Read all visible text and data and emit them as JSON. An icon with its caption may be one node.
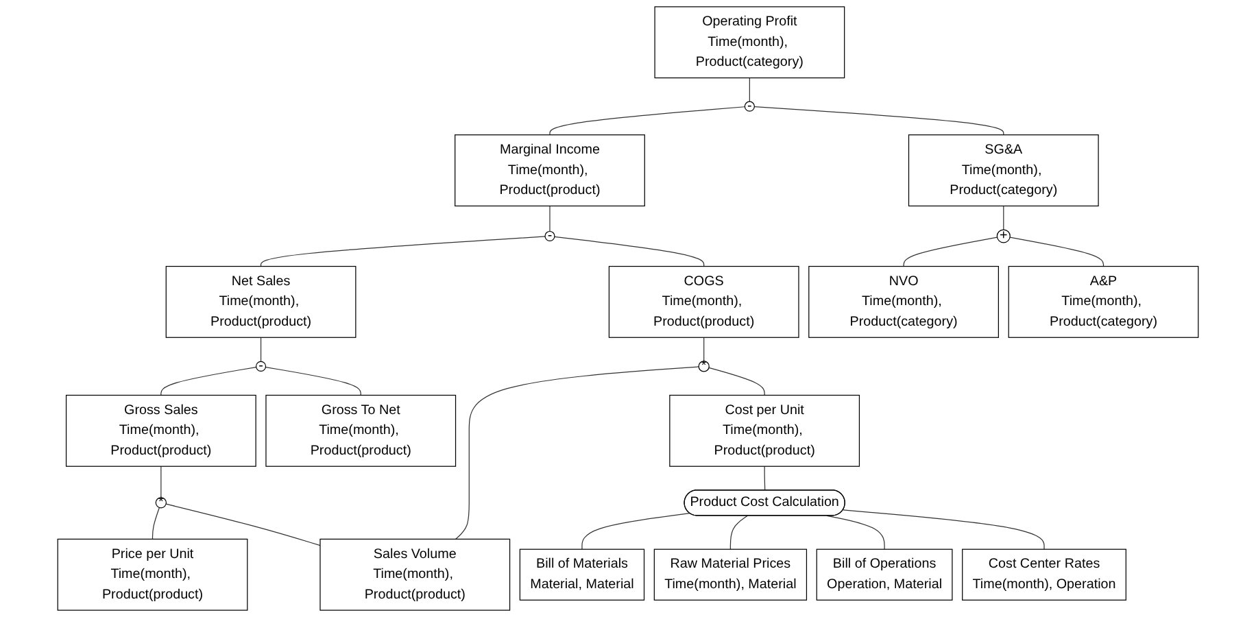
{
  "diagram": {
    "nodes": [
      {
        "text": [
          "Operating Profit",
          "Time(month), Product(category)"
        ]
      },
      {
        "text": [
          "-"
        ]
      },
      {
        "text": [
          "Marginal Income",
          "Time(month), Product(product)"
        ]
      },
      {
        "text": [
          "SG&A",
          "Time(month), Product(category)"
        ]
      },
      {
        "text": [
          "-"
        ]
      },
      {
        "text": [
          "+"
        ]
      },
      {
        "text": [
          "Net Sales",
          "Time(month), Product(product)"
        ]
      },
      {
        "text": [
          "COGS",
          "Time(month), Product(product)"
        ]
      },
      {
        "text": [
          "NVO",
          "Time(month), Product(category)"
        ]
      },
      {
        "text": [
          "A&P",
          "Time(month), Product(category)"
        ]
      },
      {
        "text": [
          "-"
        ]
      },
      {
        "text": [
          "*"
        ]
      },
      {
        "text": [
          "Gross Sales",
          "Time(month), Product(product)"
        ]
      },
      {
        "text": [
          "Gross To Net",
          "Time(month), Product(product)"
        ]
      },
      {
        "text": [
          "Cost per Unit",
          "Time(month), Product(product)"
        ]
      },
      {
        "text": [
          "*"
        ]
      },
      {
        "text": [
          "Product Cost Calculation"
        ]
      },
      {
        "text": [
          "Price per Unit",
          "Time(month), Product(product)"
        ]
      },
      {
        "text": [
          "Sales Volume",
          "Time(month), Product(product)"
        ]
      },
      {
        "text": [
          "Bill of Materials",
          "Material, Material"
        ]
      },
      {
        "text": [
          "Raw Material Prices",
          "Time(month), Material"
        ]
      },
      {
        "text": [
          "Bill of Operations",
          "Operation, Material"
        ]
      },
      {
        "text": [
          "Cost Center Rates",
          "Time(month), Operation"
        ]
      }
    ],
    "edges": [
      {
        "from": 0,
        "to": 1,
        "arrow": "none"
      },
      {
        "from": 1,
        "to": 2,
        "arrow": "none"
      },
      {
        "from": 1,
        "to": 3,
        "arrow": "none"
      },
      {
        "from": 2,
        "to": 4,
        "arrow": "none"
      },
      {
        "from": 3,
        "to": 5,
        "arrow": "none"
      },
      {
        "from": 4,
        "to": 6,
        "arrow": "none"
      },
      {
        "from": 4,
        "to": 7,
        "arrow": "none"
      },
      {
        "from": 5,
        "to": 8,
        "arrow": "none"
      },
      {
        "from": 5,
        "to": 9,
        "arrow": "none"
      },
      {
        "from": 6,
        "to": 10,
        "arrow": "none"
      },
      {
        "from": 7,
        "to": 11,
        "arrow": "none"
      },
      {
        "from": 10,
        "to": 12,
        "arrow": "none"
      },
      {
        "from": 10,
        "to": 13,
        "arrow": "none"
      },
      {
        "from": 11,
        "to": 18,
        "arrow": "none"
      },
      {
        "from": 11,
        "to": 14,
        "arrow": "none"
      },
      {
        "from": 12,
        "to": 15,
        "arrow": "none"
      },
      {
        "from": 15,
        "to": 17,
        "arrow": "none"
      },
      {
        "from": 15,
        "to": 18,
        "arrow": "none"
      },
      {
        "from": 14,
        "to": 16,
        "arrow": "none"
      },
      {
        "from": 16,
        "to": 19,
        "arrow": "none"
      },
      {
        "from": 16,
        "to": 20,
        "arrow": "none"
      },
      {
        "from": 16,
        "to": 21,
        "arrow": "none"
      },
      {
        "from": 16,
        "to": 22,
        "arrow": "none"
      }
    ]
  }
}
